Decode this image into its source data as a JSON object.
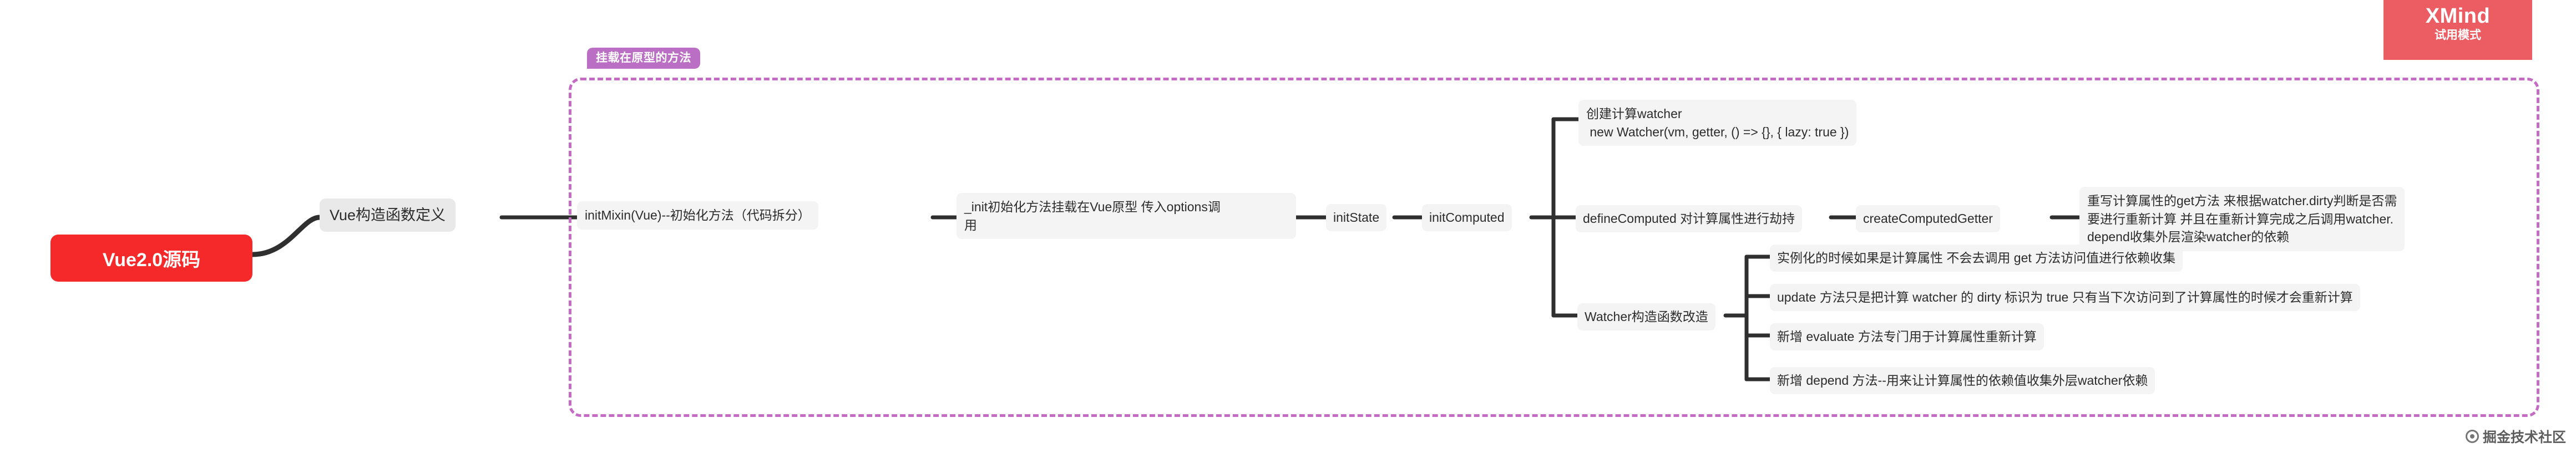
{
  "app": {
    "name": "XMind",
    "watermark_title": "XMind",
    "watermark_subtitle": "试用模式",
    "footer_watermark": "掘金技术社区",
    "footer_logo_icon": "juejin-circle-logo"
  },
  "theme": {
    "root_fill": "#f52929",
    "root_text": "#ffffff",
    "node_fill": "#f4f4f4",
    "level1_fill": "#e9e9e9",
    "node_text": "#2c2c2c",
    "boundary_stroke": "#c46bc4",
    "boundary_label_fill": "#bb6fc4",
    "connector_color": "#2f2f2f",
    "watermark_fill": "#ec5c63"
  },
  "boundary": {
    "label": "挂载在原型的方法"
  },
  "mindmap": {
    "root": {
      "id": "root",
      "label": "Vue2.0源码"
    },
    "level1": {
      "id": "vue-constructor",
      "label": "Vue构造函数定义"
    },
    "level2": {
      "id": "init-mixin",
      "label": "initMixin(Vue)--初始化方法（代码拆分）"
    },
    "level3": {
      "id": "init-prototype",
      "label": "_init初始化方法挂载在Vue原型 传入options调\n用"
    },
    "level4": {
      "id": "init-state",
      "label": "initState"
    },
    "level5": {
      "id": "init-computed",
      "label": "initComputed"
    },
    "branches": [
      {
        "id": "create-computed-watcher",
        "label": "创建计算watcher\n new Watcher(vm, getter, () => {}, { lazy: true })",
        "children": []
      },
      {
        "id": "define-computed",
        "label": "defineComputed 对计算属性进行劫持",
        "children": [
          {
            "id": "create-computed-getter",
            "label": "createComputedGetter",
            "children": [
              {
                "id": "rewrite-get-method",
                "label": "重写计算属性的get方法 来根据watcher.dirty判断是否需\n要进行重新计算 并且在重新计算完成之后调用watcher.\ndepend收集外层渲染watcher的依赖"
              }
            ]
          }
        ]
      },
      {
        "id": "watcher-constructor-refactor",
        "label": "Watcher构造函数改造",
        "children": [
          {
            "id": "watcher-note-1",
            "label": "实例化的时候如果是计算属性 不会去调用 get 方法访问值进行依赖收集"
          },
          {
            "id": "watcher-note-2",
            "label": "update 方法只是把计算 watcher 的 dirty 标识为 true 只有当下次访问到了计算属性的时候才会重新计算"
          },
          {
            "id": "watcher-note-3",
            "label": "新增 evaluate 方法专门用于计算属性重新计算"
          },
          {
            "id": "watcher-note-4",
            "label": "新增 depend 方法--用来让计算属性的依赖值收集外层watcher依赖"
          }
        ]
      }
    ]
  }
}
